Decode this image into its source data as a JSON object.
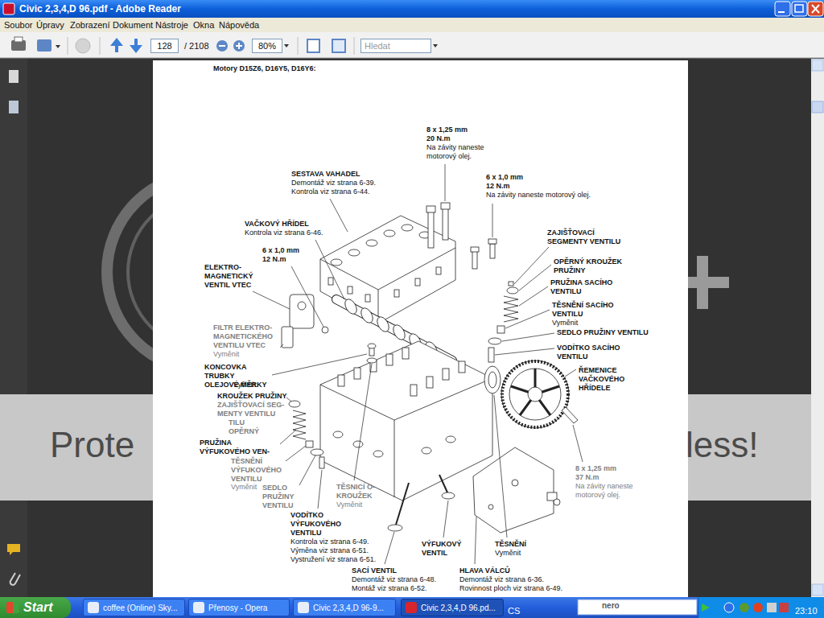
{
  "diagram": {
    "nodes": [
      {
        "text": [
          "Civic 2,3,4,D 96.pdf - Adobe Reader"
        ]
      },
      {
        "text": [
          "128"
        ]
      },
      {
        "text": [
          "80%"
        ]
      },
      {
        "text": [
          "Hledat"
        ]
      },
      {
        "text": [
          "Start"
        ]
      },
      {
        "text": [
          "coffee (Online) Sky..."
        ]
      },
      {
        "text": [
          "Přenosy - Opera"
        ]
      },
      {
        "text": [
          "Civic 2,3,4,D 96-9..."
        ]
      },
      {
        "text": [
          "Civic 2,3,4,D 96.pd..."
        ]
      }
    ],
    "labels": [
      "Soubor",
      "Úpravy",
      "Zobrazení",
      "Dokument",
      "Nástroje",
      "Okna",
      "Nápověda",
      "/ 2108",
      "Prote",
      "less!",
      "Motory D15Z6, D16Y5, D16Y6:",
      "8 x 1,25 mm",
      "20 N.m",
      "Na závity naneste motorový olej.",
      "6 x 1,0 mm",
      "12 N.m",
      "Na závity naneste motorový olej.",
      "SESTAVA VAHADEL",
      "Demontáž viz strana 6-39.",
      "Kontrola viz strana 6-44.",
      "VAČKOVÝ HŘÍDEL",
      "Kontrola viz strana 6-46.",
      "6 x 1,0 mm",
      "12 N.m",
      "ELEKTRO- MAGNETICKÝ VENTIL VTEC",
      "FILTR ELEKTRO- MAGNETICKÉHO VENTILU VTEC",
      "Vyměnit",
      "KONCOVKA TRUBKY OLEJOVÉ MĚRKY",
      "Vyčistit.",
      "KROUŽEK PRUŽINY",
      "ZAJIŠŤOVACÍ SEG- MENTY VENTILU",
      "TILU",
      "OPĚRNÝ",
      "PRUŽINA VÝFUKOVÉHO VEN-",
      "TĚSNĚNÍ VÝFUKOVÉHO VENTILU",
      "Vyměnit",
      "SEDLO PRUŽINY VENTILU",
      "TĚSNICÍ O-KROUŽEK",
      "Vyměnit",
      "VODÍTKO VÝFUKOVÉHO VENTILU",
      "Kontrola viz strana 6-49.",
      "Výměna viz strana 6-51.",
      "Vystružení viz strana 6-51.",
      "SACÍ VENTIL",
      "Demontáž viz strana 6-48.",
      "Montáž viz strana 6-52.",
      "VÝFUKOVÝ VENTIL",
      "HLAVA VÁLCŮ",
      "Demontáž viz strana 6-36.",
      "Rovinnost ploch viz strana 6-49.",
      "TĚSNĚNÍ",
      "Vyměnit",
      "8 x 1,25 mm",
      "37 N.m",
      "Na závity naneste motorový olej.",
      "ZAJIŠŤOVACÍ SEGMENTY VENTILU",
      "OPĚRNÝ KROUŽEK PRUŽINY",
      "PRUŽINA SACÍHO VENTILU",
      "TĚSNĚNÍ SACÍHO VENTILU",
      "Vyměnit",
      "SEDLO PRUŽINY VENTILU",
      "VODÍTKO SACÍHO VENTILU",
      "ŘEMENICE VAČKOVÉHO HŘÍDELE",
      "CS",
      "nero",
      "23:10"
    ]
  }
}
